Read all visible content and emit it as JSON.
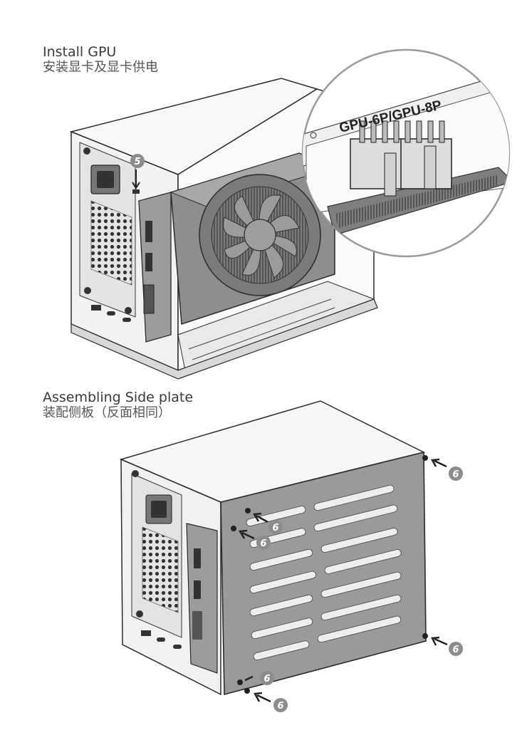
{
  "steps": [
    {
      "title_en": "Install GPU",
      "title_zh": "安装显卡及显卡供电",
      "callout": "5",
      "connector_label": "GPU-6P/GPU-8P"
    },
    {
      "title_en": "Assembling Side plate",
      "title_zh": "装配侧板（反面相同）",
      "callout": "6"
    }
  ],
  "colors": {
    "metal": "#9a9a9a",
    "metal_dark": "#6f6f6f",
    "panel_light": "#efefef",
    "line": "#2b2b2b",
    "badge": "#8c8c8c"
  },
  "icons": [
    "screw-icon",
    "arrow-icon",
    "fan-icon",
    "power-socket-icon"
  ]
}
